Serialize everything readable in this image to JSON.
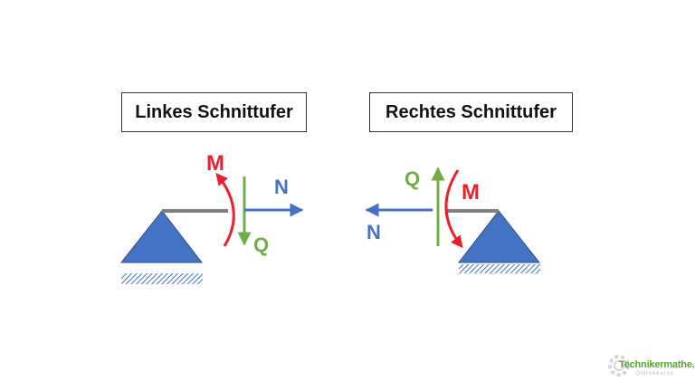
{
  "left_panel": {
    "title": "Linkes Schnittufer",
    "labels": {
      "M": "M",
      "N": "N",
      "Q": "Q"
    }
  },
  "right_panel": {
    "title": "Rechtes Schnittufer",
    "labels": {
      "M": "M",
      "N": "N",
      "Q": "Q"
    }
  },
  "colors": {
    "moment": "#e8202a",
    "normal_force": "#4472c4",
    "shear_force": "#70ad47",
    "support": "#4472c4",
    "beam": "#7f7f7f"
  },
  "watermark": {
    "main": "Technikermathe.de",
    "sub": "Onlinekurse"
  }
}
